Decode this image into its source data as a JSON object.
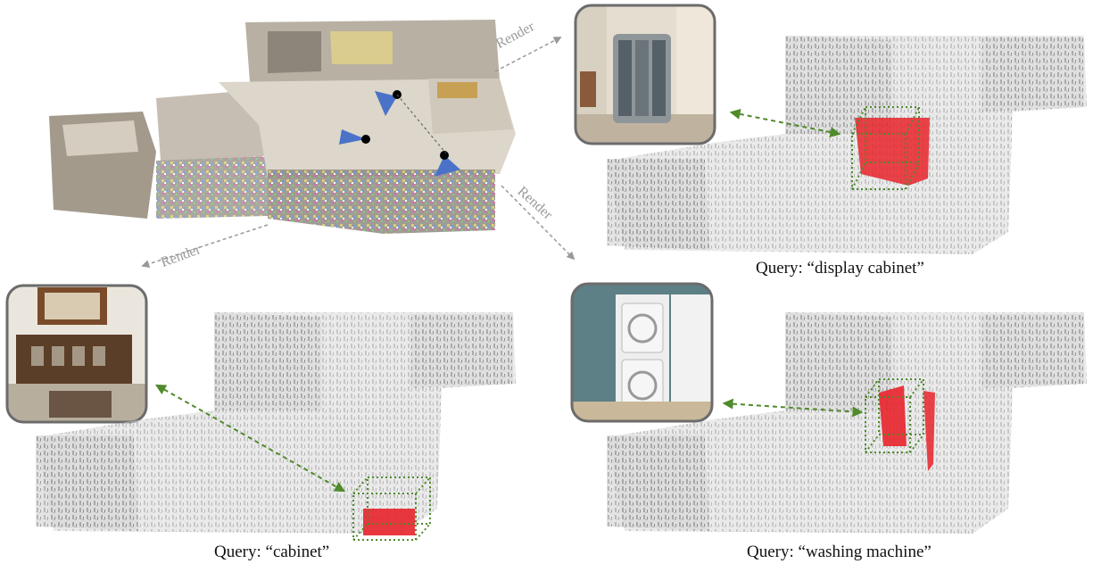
{
  "render_labels": [
    "Render",
    "Render",
    "Render"
  ],
  "queries": [
    {
      "label": "Query: “display cabinet”"
    },
    {
      "label": "Query: “cabinet”"
    },
    {
      "label": "Query: “washing machine”"
    }
  ],
  "colors": {
    "highlight": "#e8232b",
    "bbox": "#4f8a2b",
    "camera": "#4a72c8",
    "arrow": "#999999",
    "cloud": "#c9c9c9",
    "frame": "#6b6b6b"
  }
}
